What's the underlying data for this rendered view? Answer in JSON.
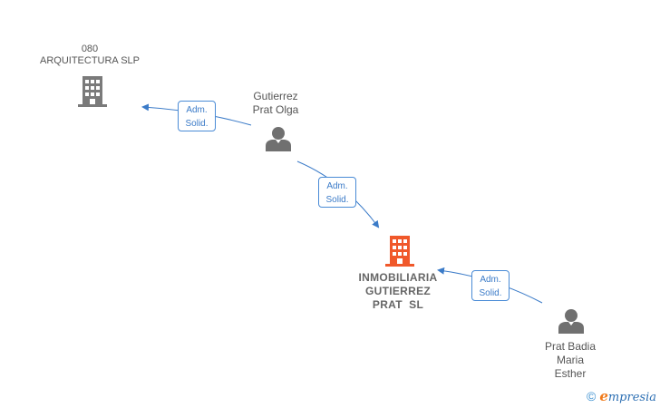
{
  "nodes": {
    "arquitectura": {
      "name_line1": "080",
      "name_line2": "ARQUITECTURA SLP"
    },
    "gutierrez_olga": {
      "name_line1": "Gutierrez",
      "name_line2": "Prat Olga"
    },
    "inmobiliaria": {
      "name_line1": "INMOBILIARIA",
      "name_line2": "GUTIERREZ",
      "name_line3": "PRAT  SL"
    },
    "prat_badia": {
      "name_line1": "Prat Badia",
      "name_line2": "Maria",
      "name_line3": "Esther"
    }
  },
  "edges": [
    {
      "from": "Gutierrez Prat Olga",
      "to": "080 ARQUITECTURA SLP",
      "line1": "Adm.",
      "line2": "Solid."
    },
    {
      "from": "Gutierrez Prat Olga",
      "to": "INMOBILIARIA GUTIERREZ PRAT SL",
      "line1": "Adm.",
      "line2": "Solid."
    },
    {
      "from": "Prat Badia Maria Esther",
      "to": "INMOBILIARIA GUTIERREZ PRAT SL",
      "line1": "Adm.",
      "line2": "Solid."
    }
  ],
  "colors": {
    "edge": "#3b7bc8",
    "company_icon": "#7a7a7a",
    "main_company_icon": "#f0582a",
    "person_icon": "#707070"
  },
  "watermark": {
    "copyright": "©",
    "brand_initial": "e",
    "brand_rest": "mpresia"
  }
}
